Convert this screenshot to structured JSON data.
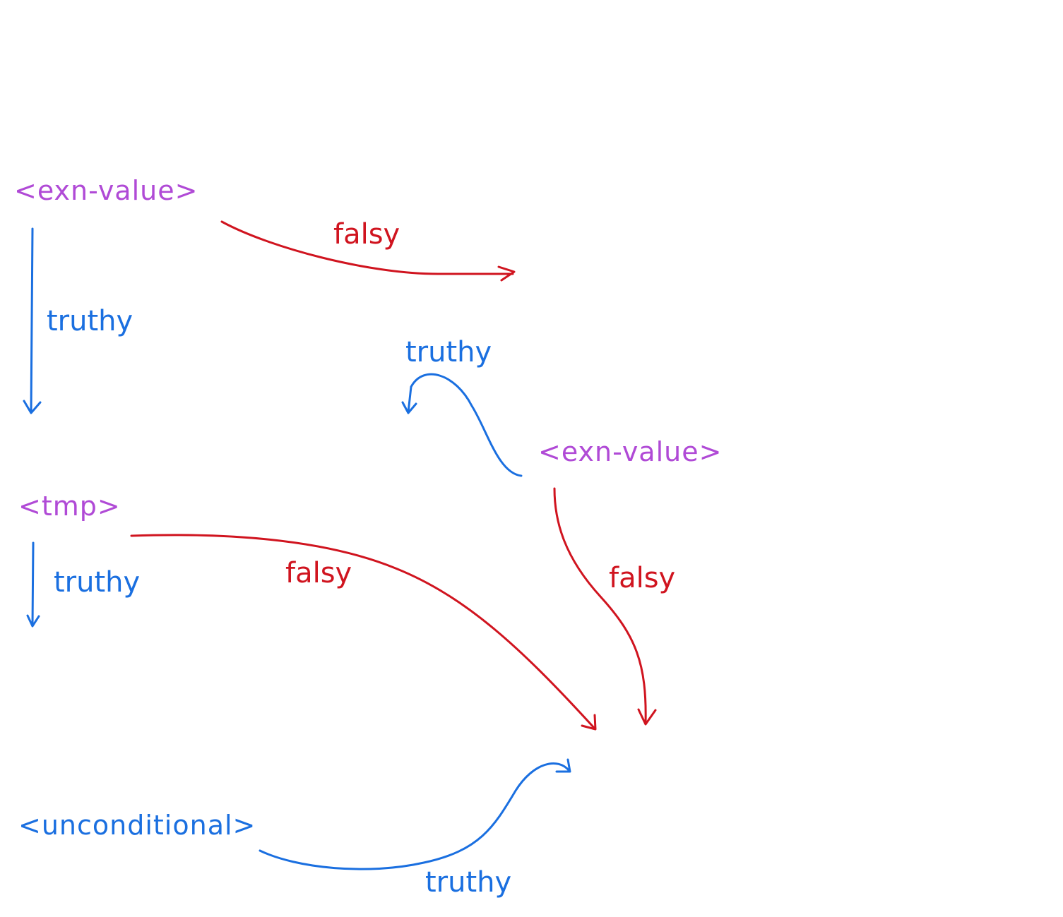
{
  "colors": {
    "node": "#b04ad6",
    "unconditional": "#1a6fe0",
    "truthy": "#1a6fe0",
    "falsy": "#d0141f",
    "background": "#ffffff"
  },
  "nodes": {
    "exn_value_1": "<exn-value>",
    "exn_value_2": "<exn-value>",
    "tmp": "<tmp>",
    "unconditional": "<unconditional>"
  },
  "edge_labels": {
    "falsy_top": "falsy",
    "truthy_left_top": "truthy",
    "truthy_loop": "truthy",
    "falsy_mid_right": "falsy",
    "falsy_tmp": "falsy",
    "truthy_tmp": "truthy",
    "truthy_bottom": "truthy"
  }
}
